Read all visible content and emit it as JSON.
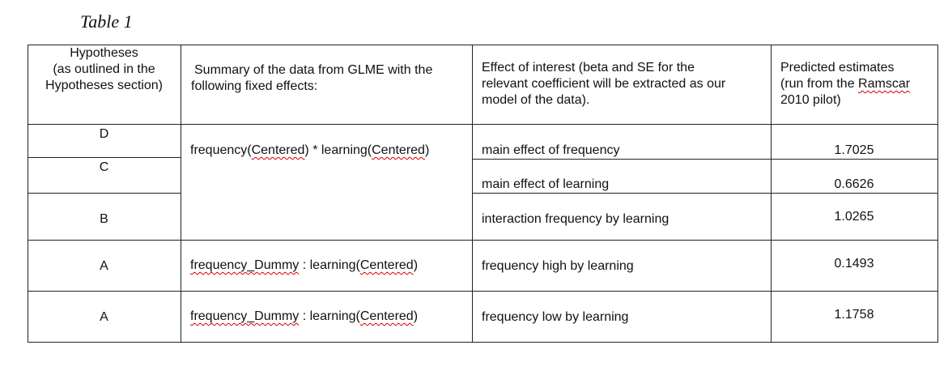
{
  "caption": "Table 1",
  "header": {
    "col1": [
      "Hypotheses",
      "(as outlined in the",
      "Hypotheses section)"
    ],
    "col2": [
      "Summary of the data from GLME with the",
      "following fixed effects:"
    ],
    "col3": [
      "Effect of interest (beta and SE for the",
      "relevant coefficient will be extracted as our",
      "model of the data)."
    ],
    "col4": [
      "Predicted estimates",
      "(run from the ",
      "Ramscar",
      "2010 pilot)"
    ]
  },
  "rows": [
    {
      "hypothesis": "D",
      "effect": "main effect of frequency",
      "estimate": "1.7025"
    },
    {
      "hypothesis": "C",
      "effect": "main effect of learning",
      "estimate": "0.6626"
    },
    {
      "hypothesis": "B",
      "effect": "interaction frequency by learning",
      "estimate": "1.0265"
    },
    {
      "hypothesis": "A",
      "effect": "frequency high by learning",
      "estimate": "0.1493"
    },
    {
      "hypothesis": "A",
      "effect": "frequency low by learning",
      "estimate": "1.1758"
    }
  ],
  "summary": {
    "merged": {
      "a": "frequency(",
      "b": "Centered",
      "c": ") * learning(",
      "d": "Centered",
      "e": ")"
    },
    "dummy1": {
      "a": "frequency_Dummy",
      "b": " : learning(",
      "c": "Centered",
      "d": ")"
    },
    "dummy2": {
      "a": "frequency_Dummy",
      "b": " : learning(",
      "c": "Centered",
      "d": ")"
    }
  }
}
